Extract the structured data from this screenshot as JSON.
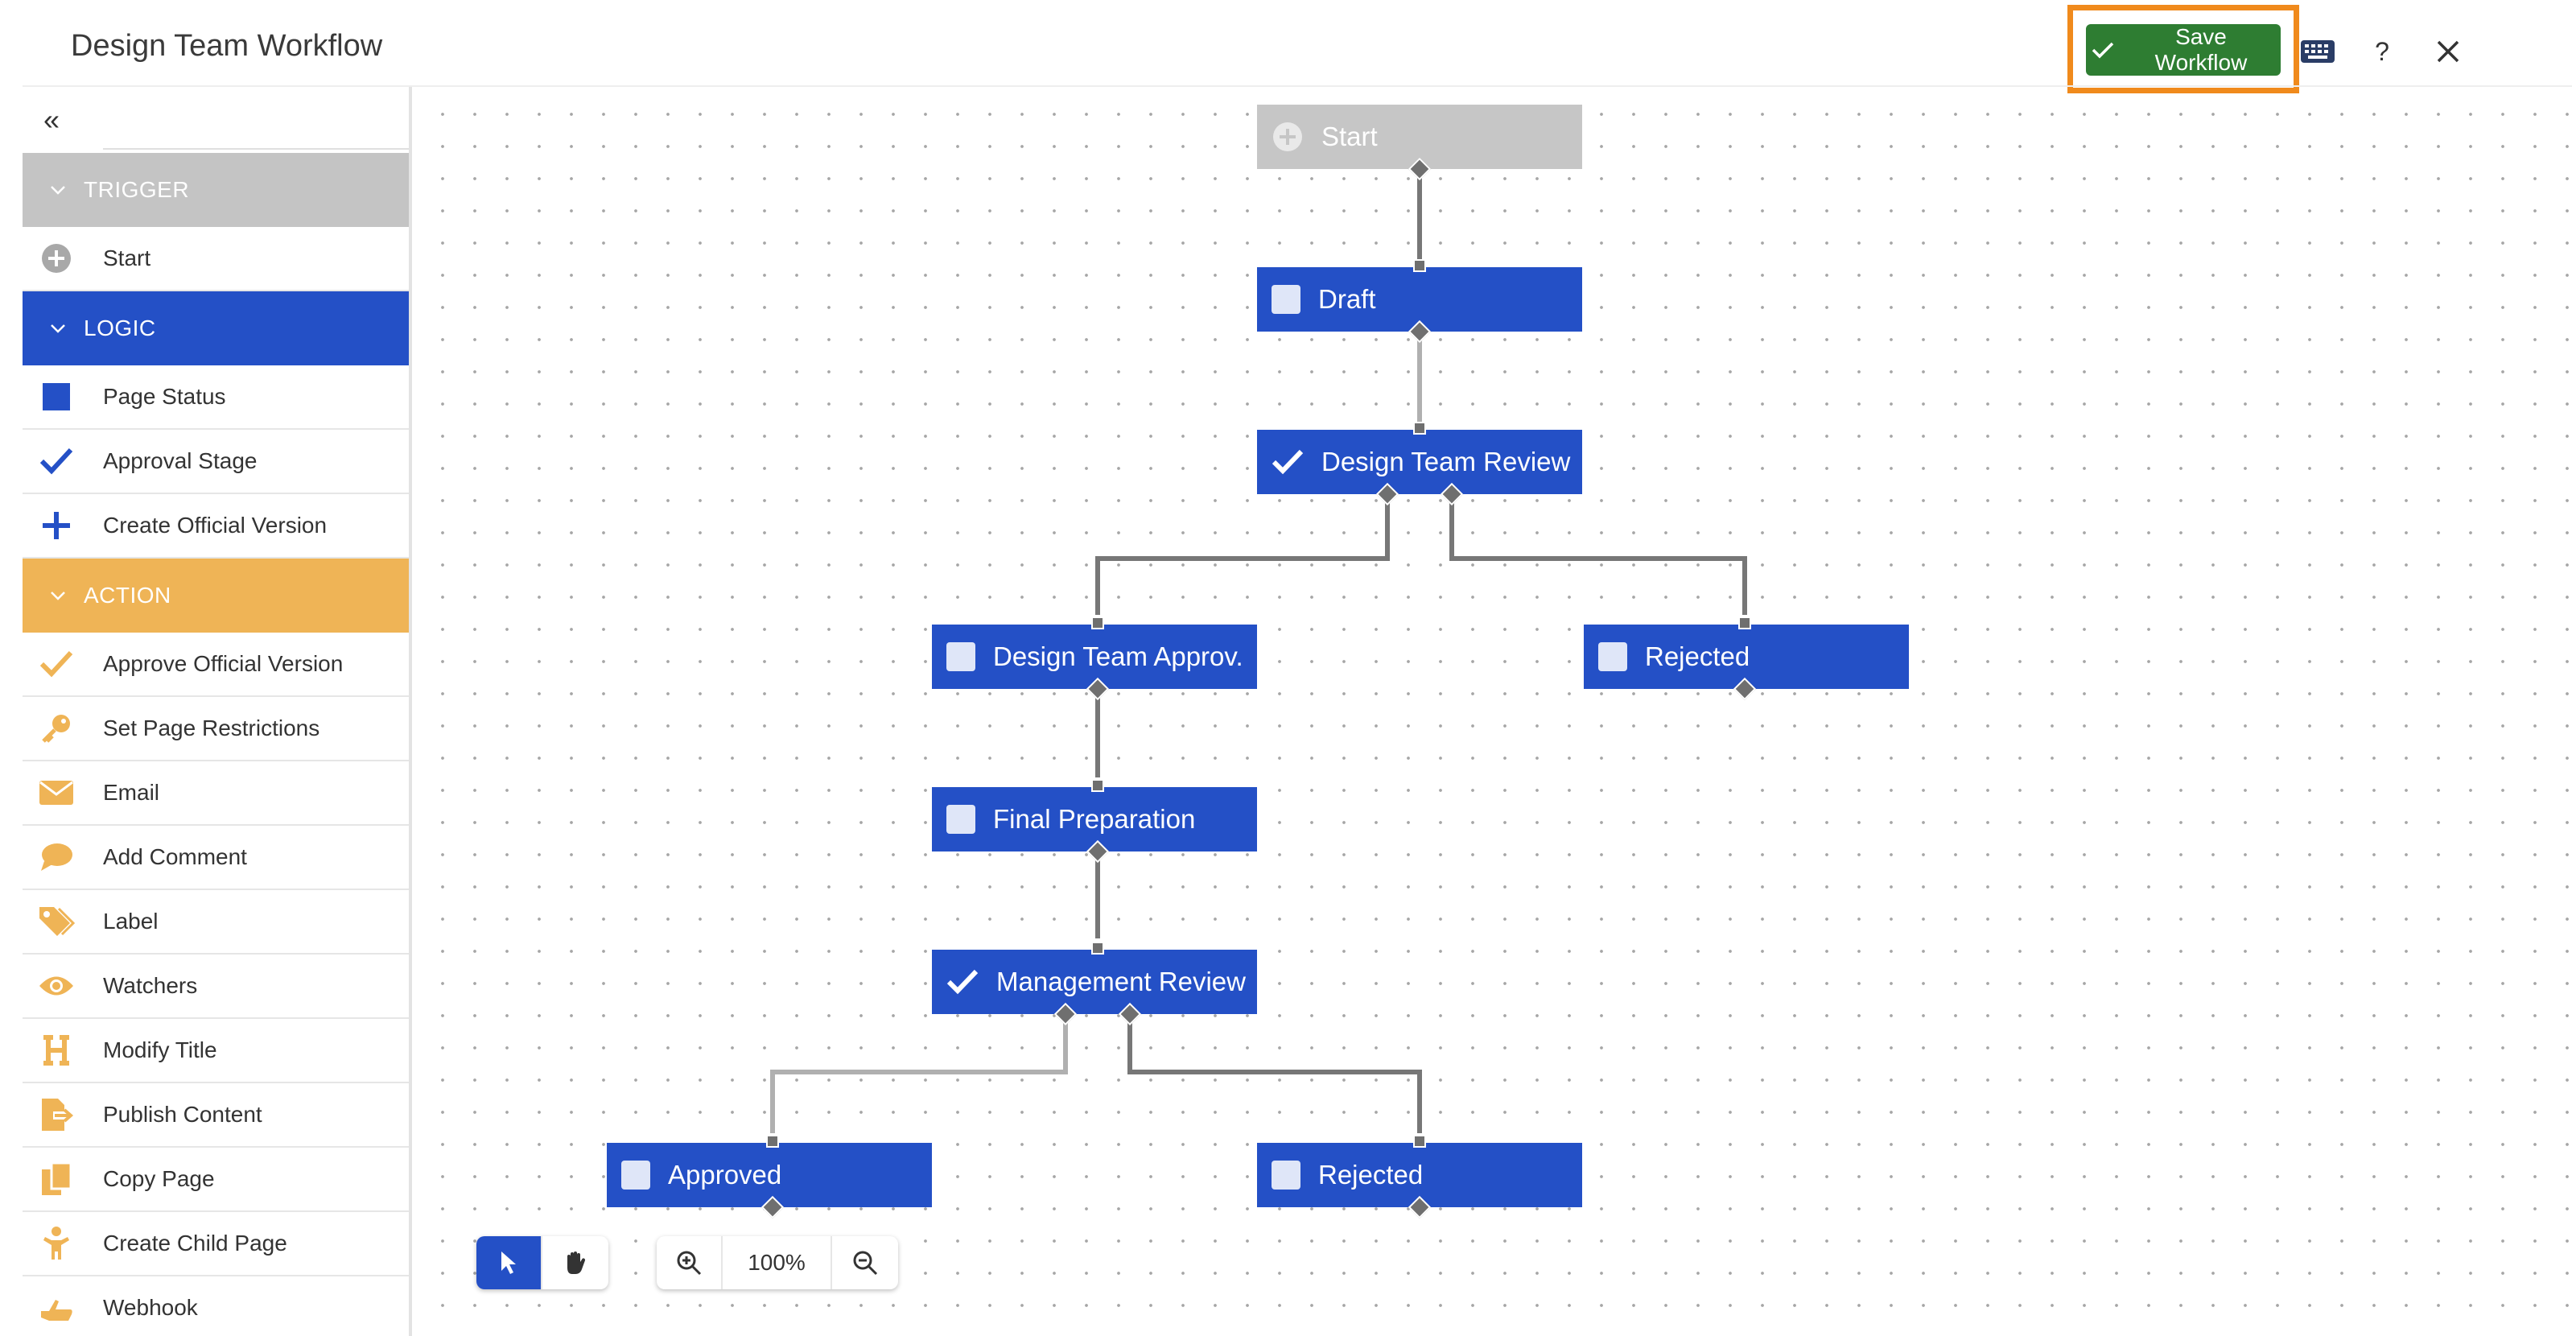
{
  "header": {
    "title": "Design Team Workflow",
    "save_label": "Save Workflow",
    "help_label": "?"
  },
  "sidebar": {
    "collapse_label": "«",
    "sections": {
      "trigger": {
        "label": "TRIGGER",
        "color": "#c4c4c4"
      },
      "logic": {
        "label": "LOGIC",
        "color": "#2450c6"
      },
      "action": {
        "label": "ACTION",
        "color": "#efb456"
      }
    },
    "trigger_items": [
      {
        "label": "Start",
        "icon": "plus-circle-icon"
      }
    ],
    "logic_items": [
      {
        "label": "Page Status",
        "icon": "square-icon"
      },
      {
        "label": "Approval Stage",
        "icon": "checkmark-icon"
      },
      {
        "label": "Create Official Version",
        "icon": "plus-icon"
      }
    ],
    "action_items": [
      {
        "label": "Approve Official Version",
        "icon": "checkmark-icon"
      },
      {
        "label": "Set Page Restrictions",
        "icon": "key-icon"
      },
      {
        "label": "Email",
        "icon": "envelope-icon"
      },
      {
        "label": "Add Comment",
        "icon": "comment-icon"
      },
      {
        "label": "Label",
        "icon": "tag-icon"
      },
      {
        "label": "Watchers",
        "icon": "eye-icon"
      },
      {
        "label": "Modify Title",
        "icon": "heading-icon"
      },
      {
        "label": "Publish Content",
        "icon": "publish-icon"
      },
      {
        "label": "Copy Page",
        "icon": "copy-icon"
      },
      {
        "label": "Create Child Page",
        "icon": "child-icon"
      },
      {
        "label": "Webhook",
        "icon": "webhook-icon"
      }
    ]
  },
  "nodes": {
    "start": "Start",
    "draft": "Draft",
    "design_review": "Design Team Review",
    "design_approved": "Design Team Approv.",
    "rejected_1": "Rejected",
    "final_prep": "Final Preparation",
    "management_review": "Management Review",
    "approved": "Approved",
    "rejected_2": "Rejected"
  },
  "controls": {
    "zoom": "100%"
  },
  "colors": {
    "node": "#2450c6",
    "save": "#2e7d32",
    "highlight": "#f08a1c",
    "action_icon": "#efb456"
  }
}
